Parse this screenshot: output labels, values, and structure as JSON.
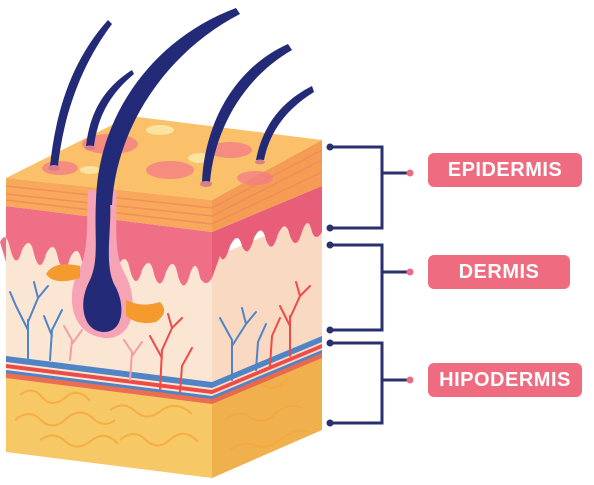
{
  "diagram": {
    "layers": [
      {
        "name": "EPIDERMIS"
      },
      {
        "name": "DERMIS"
      },
      {
        "name": "HIPODERMIS"
      }
    ],
    "colors": {
      "label_bg": "#ef6b7f",
      "bracket": "#2a2f6e",
      "hair": "#232a78",
      "epidermis_top": "#fbc16a",
      "epidermis_side": "#f7a85a",
      "dermis_band": "#ef6f86",
      "dermis_body": "#fbe6d4",
      "hypodermis": "#f6c866",
      "vessel_blue": "#4f84c6",
      "vessel_red": "#ec4b47",
      "follicle_orange": "#f59a2c"
    }
  }
}
